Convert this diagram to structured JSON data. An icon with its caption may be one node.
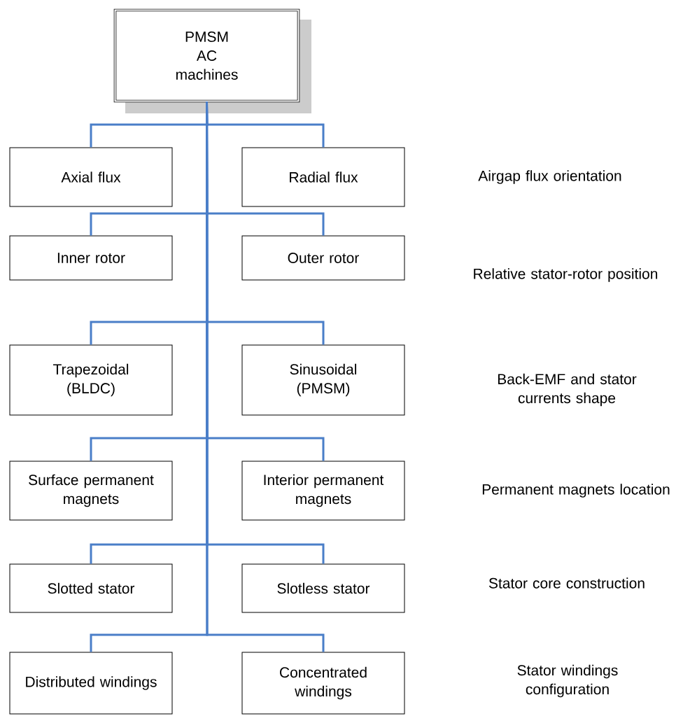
{
  "diagram": {
    "nodes": [
      {
        "text": [
          "PMSM AC machines"
        ]
      },
      {
        "text": [
          "Axial flux"
        ]
      },
      {
        "text": [
          "Radial flux"
        ]
      },
      {
        "text": [
          "Inner rotor"
        ]
      },
      {
        "text": [
          "Outer rotor"
        ]
      },
      {
        "text": [
          "Trapezoidal (BLDC)"
        ]
      },
      {
        "text": [
          "Sinusoidal (PMSM)"
        ]
      },
      {
        "text": [
          "Surface permanent magnets"
        ]
      },
      {
        "text": [
          "Interior permanent magnets"
        ]
      },
      {
        "text": [
          "Slotted stator"
        ]
      },
      {
        "text": [
          "Slotless stator"
        ]
      },
      {
        "text": [
          "Distributed windings"
        ]
      },
      {
        "text": [
          "Concentrated windings"
        ]
      }
    ],
    "edges": [
      {
        "from": 0,
        "to": 1,
        "arrow": "none"
      },
      {
        "from": 0,
        "to": 2,
        "arrow": "none"
      },
      {
        "from": 0,
        "to": 3,
        "arrow": "none"
      },
      {
        "from": 0,
        "to": 4,
        "arrow": "none"
      },
      {
        "from": 0,
        "to": 5,
        "arrow": "none"
      },
      {
        "from": 0,
        "to": 6,
        "arrow": "none"
      },
      {
        "from": 0,
        "to": 7,
        "arrow": "none"
      },
      {
        "from": 0,
        "to": 8,
        "arrow": "none"
      },
      {
        "from": 0,
        "to": 9,
        "arrow": "none"
      },
      {
        "from": 0,
        "to": 10,
        "arrow": "none"
      },
      {
        "from": 0,
        "to": 11,
        "arrow": "none"
      },
      {
        "from": 0,
        "to": 12,
        "arrow": "none"
      }
    ],
    "labels": [
      "Airgap flux orientation",
      "Relative stator-rotor position",
      "Back-EMF and stator currents shape",
      "Permanent magnets location",
      "Stator core construction",
      "Stator windings configuration"
    ]
  }
}
